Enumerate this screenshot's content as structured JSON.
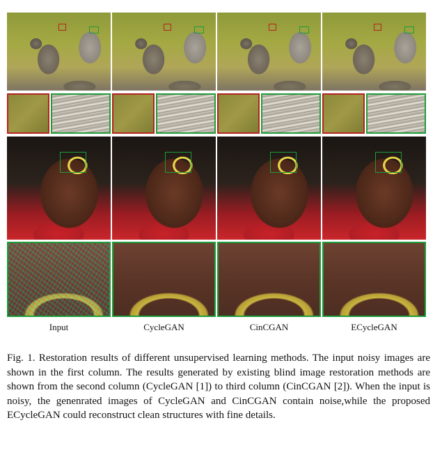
{
  "figure": {
    "columns": [
      {
        "label": "Input"
      },
      {
        "label": "CycleGAN"
      },
      {
        "label": "CinCGAN"
      },
      {
        "label": "ECycleGAN"
      }
    ],
    "highlight_colors": {
      "red_box": "#b22420",
      "green_box": "#1e9c3a"
    }
  },
  "caption": {
    "text": "Fig. 1.  Restoration results of different unsupervised learning methods. The input noisy images are shown in the first column. The results generated by existing blind image restoration methods are shown from the second column (CycleGAN [1]) to third column (CinCGAN [2]). When the input is noisy, the genenrated images of CycleGAN and CinCGAN contain noise,while the proposed ECycleGAN could reconstruct clean structures with fine details."
  }
}
